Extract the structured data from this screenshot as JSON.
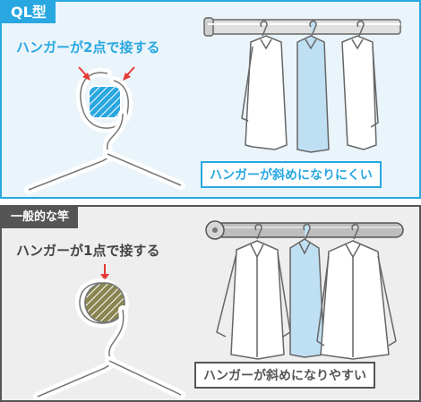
{
  "ql_panel": {
    "tag": "QL型",
    "headline": "ハンガーが2点で接する",
    "caption": "ハンガーが斜めになりにくい",
    "accent": "#29a7e1",
    "pole_fill": "#29a7e1"
  },
  "normal_panel": {
    "tag": "一般的な竿",
    "headline": "ハンガーが1点で接する",
    "caption": "ハンガーが斜めになりやすい",
    "accent": "#555555",
    "pole_fill": "#8a8550"
  }
}
